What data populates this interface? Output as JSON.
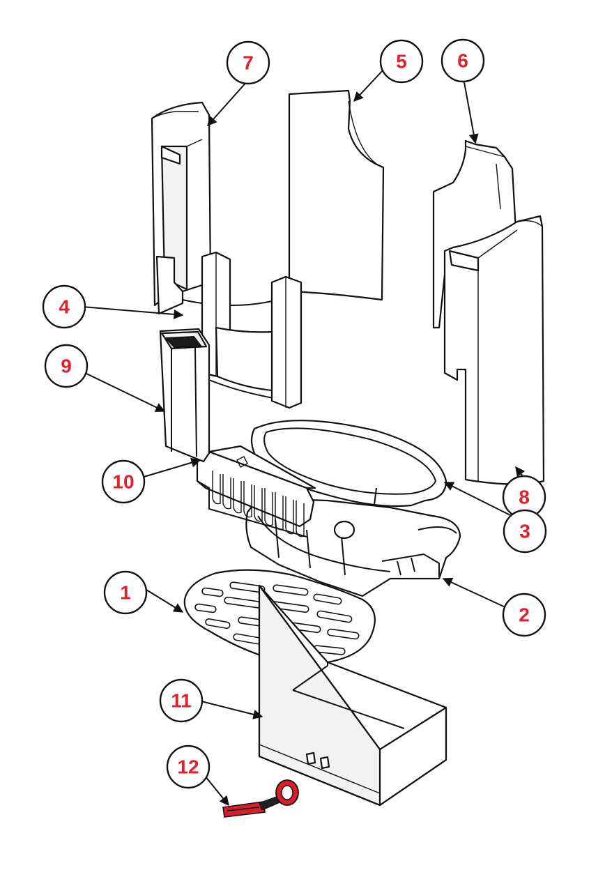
{
  "colors": {
    "label_text": "#e0202a",
    "line": "#111111",
    "accent_red": "#d81e2a"
  },
  "callouts": [
    {
      "id": "1",
      "label": "1"
    },
    {
      "id": "2",
      "label": "2"
    },
    {
      "id": "3",
      "label": "3"
    },
    {
      "id": "4",
      "label": "4"
    },
    {
      "id": "5",
      "label": "5"
    },
    {
      "id": "6",
      "label": "6"
    },
    {
      "id": "7",
      "label": "7"
    },
    {
      "id": "8",
      "label": "8"
    },
    {
      "id": "9",
      "label": "9"
    },
    {
      "id": "10",
      "label": "10"
    },
    {
      "id": "11",
      "label": "11"
    },
    {
      "id": "12",
      "label": "12"
    }
  ]
}
